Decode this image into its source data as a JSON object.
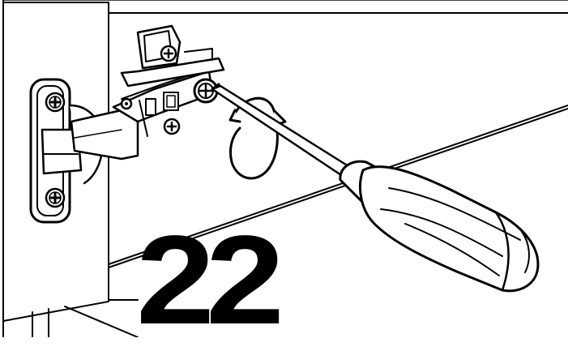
{
  "step": {
    "number": "22"
  },
  "parts": {
    "cabinet": "cabinet-side-panel",
    "hinge": "concealed-cup-hinge",
    "tool": "screwdriver",
    "motion": "clockwise-rotation-arrow"
  },
  "colors": {
    "line": "#000000",
    "background": "#ffffff"
  }
}
